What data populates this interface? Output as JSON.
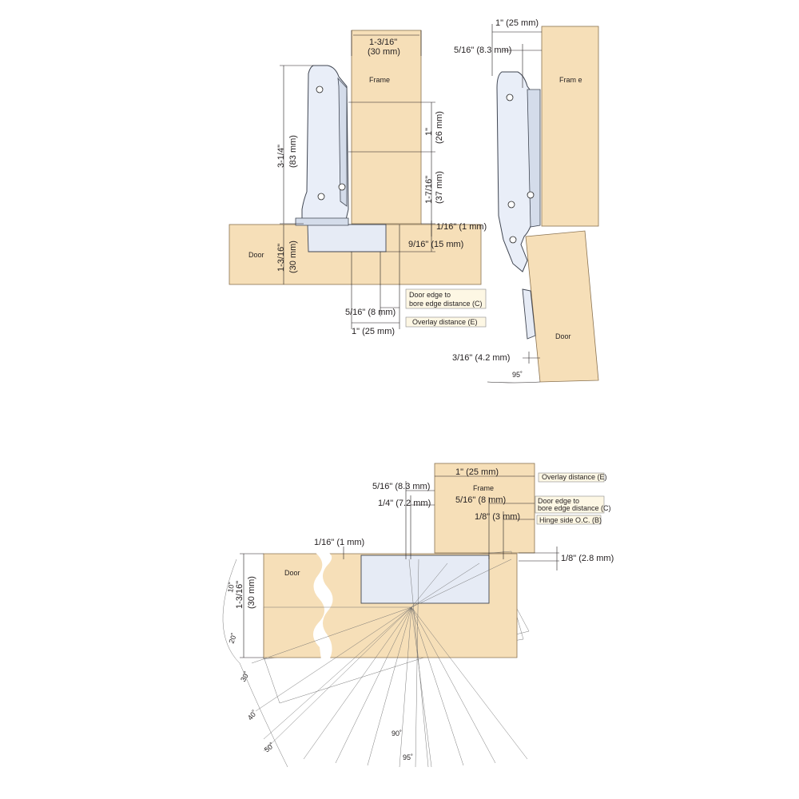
{
  "top_left": {
    "frame_label": "Frame",
    "door_label": "Door",
    "dim_frame_width": [
      "1-3/16\"",
      "(30 mm)"
    ],
    "dim_hinge_height": [
      "3-1/4\"",
      "(83 mm)"
    ],
    "dim_door_thickness": [
      "1-3/16\"",
      "(30 mm)"
    ],
    "dim_1in": [
      "1\"",
      "(26 mm)"
    ],
    "dim_1_7_16": [
      "1-7/16\"",
      "(37 mm)"
    ],
    "dim_gap": "1/16\" (1 mm)",
    "dim_cup_depth": "9/16\" (15 mm)",
    "dim_bore": "5/16\" (8 mm)",
    "dim_overlay": "1\" (25 mm)",
    "box_c": [
      "Door edge to",
      "bore edge distance (C)"
    ],
    "box_e": "Overlay distance (E)"
  },
  "top_right": {
    "frame_label": "Fram e",
    "door_label": "Door",
    "dim_overlay": "1\" (25 mm)",
    "dim_8_3": "5/16\" (8.3 mm)",
    "dim_4_2": "3/16\" (4.2 mm)",
    "angle": "95˚"
  },
  "bottom": {
    "frame_label": "Frame",
    "door_label": "Door",
    "dim_overlay": "1\" (25 mm)",
    "dim_8_3": "5/16\" (8.3 mm)",
    "dim_7_2": "1/4\" (7.2 mm)",
    "dim_8": "5/16\" (8 mm)",
    "dim_3": "1/8\" (3 mm)",
    "dim_gap": "1/16\" (1 mm)",
    "dim_2_8": "1/8\" (2.8 mm)",
    "dim_thickness": [
      "1-3/16\"",
      "(30 mm)"
    ],
    "box_e": "Overlay distance (E)",
    "box_c": [
      "Door edge to",
      "bore edge distance (C)"
    ],
    "box_b": "Hinge side O.C. (B)",
    "angles": [
      "10˚",
      "20˚",
      "30˚",
      "40˚",
      "50˚",
      "90˚",
      "95˚"
    ]
  }
}
